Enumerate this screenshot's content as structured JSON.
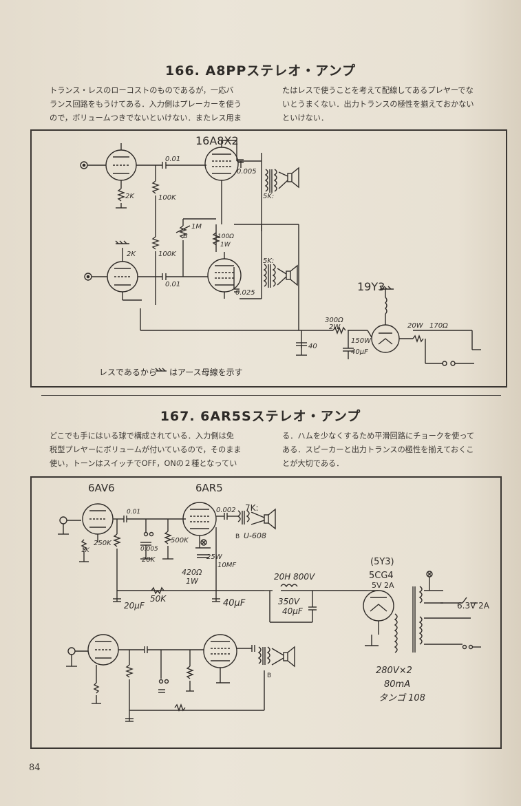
{
  "section166": {
    "title": "166. A8PPステレオ・アンプ",
    "left_lines": [
      "トランス・レスのローコストのものであるが，一応バ",
      "ランス回路をもうけてある．入力側はプレーカーを使う",
      "ので，ボリュームつきでないといけない．またレス用ま"
    ],
    "right_lines": [
      "たはレスで使うことを考えて配線してあるプレヤーでな",
      "いとうまくない．出力トランスの極性を揃えておかない",
      "といけない．"
    ],
    "labels": {
      "tube": "16A8X2",
      "rect": "19Y3",
      "c1": "0.01",
      "c2": "0.01",
      "c005": "0.005",
      "c025": "0.025",
      "r100k1": "100K",
      "r100k2": "100K",
      "r2k1": "2K",
      "r2k2": "2K",
      "vol": "1M",
      "volb": "B",
      "r100": "100Ω",
      "r1w": "1W",
      "t5k1": "5K:",
      "t5k2": "5K:",
      "r300": "300Ω",
      "r2w": "2W",
      "c150": "150W",
      "c40uf": "40μF",
      "c40": "40",
      "r20w": "20W",
      "r170": "170Ω"
    },
    "caption": "レスであるから",
    "caption2": "はアース母線を示す"
  },
  "section167": {
    "title": "167. 6AR5Sステレオ・アンプ",
    "left_lines": [
      "どこでも手にはいる球で構成されている．入力側は免",
      "税型プレヤーにボリュームが付いているので，そのまま",
      "使い，トーンはスイッチでOFF，ONの２種となってい"
    ],
    "right_lines": [
      "る．ハムを少なくするため平滑回路にチョークを使って",
      "ある．スピーカーと出力トランスの極性を揃えておくこ",
      "とが大切である．"
    ],
    "labels": {
      "t6av6": "6AV6",
      "t6ar5": "6AR5",
      "c001": "0.01",
      "c0002": "0.002",
      "t7k": "7K:",
      "tb": "B",
      "tu608": "U-608",
      "r250k": "250K",
      "r1k": "1K",
      "c0005": "0.005",
      "r20k": "20K",
      "r500k": "500K",
      "c25w": "25W",
      "c10mf": "10MF",
      "r420": "420Ω",
      "r1w": "1W",
      "c20uf": "20μF",
      "r50k": "50K",
      "c40uf": "40μF",
      "ch20h": "20H 800V",
      "v350": "350V",
      "c40uf2": "40μF",
      "t5y3": "(5Y3)",
      "t5cg4": "5CG4",
      "h5v2a": "5V 2A",
      "h63v": "6.3V 2A",
      "tr280": "280V×2",
      "tr80": "80mA",
      "tr108": "タンゴ 108",
      "tb2": "B"
    }
  },
  "page_number": "84"
}
